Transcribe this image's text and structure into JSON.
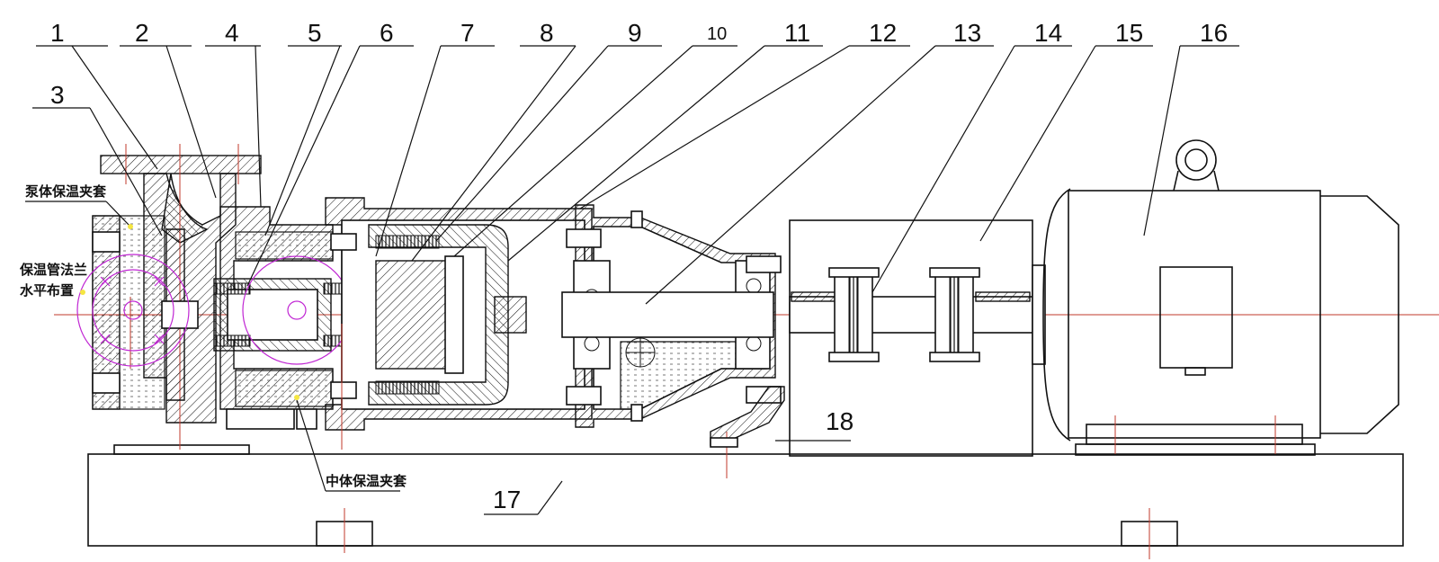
{
  "part_labels": {
    "p1": "1",
    "p2": "2",
    "p3": "3",
    "p4": "4",
    "p5": "5",
    "p6": "6",
    "p7": "7",
    "p8": "8",
    "p9": "9",
    "p10": "10",
    "p11": "11",
    "p12": "12",
    "p13": "13",
    "p14": "14",
    "p15": "15",
    "p16": "16",
    "p17": "17",
    "p18": "18"
  },
  "annotations": {
    "pump_jacket": "泵体保温夹套",
    "flange_line1": "保温管法兰",
    "flange_line2": "水平布置",
    "middle_jacket": "中体保温夹套"
  },
  "colors": {
    "outline": "#111111",
    "centerline": "#c0392b",
    "construction": "#c026d3",
    "marker": "#f5e642"
  }
}
